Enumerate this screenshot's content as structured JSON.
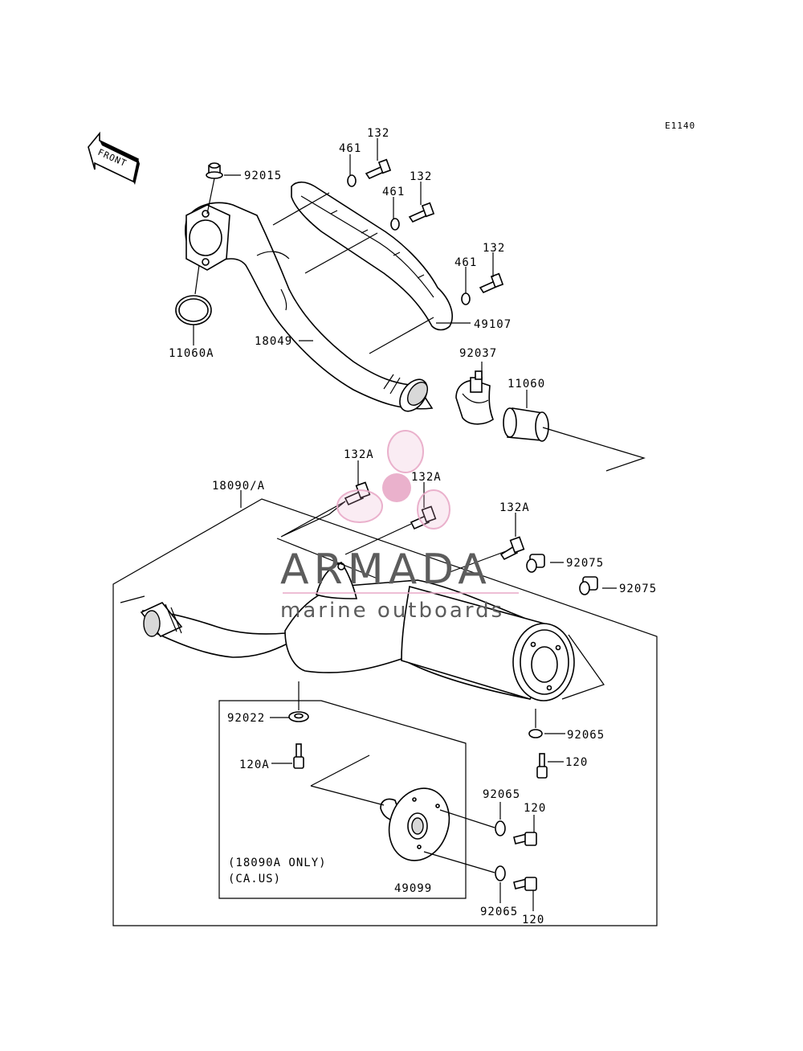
{
  "diagram_code": "E1140",
  "front_arrow_label": "FRONT",
  "watermark": {
    "brand": "ARMADA",
    "tagline": "marine outboards",
    "color_logo": "#e8a9c7",
    "color_text": "#5c5c5c"
  },
  "parts": {
    "p92015": "92015",
    "p461a": "461",
    "p132a": "132",
    "p461b": "461",
    "p132b": "132",
    "p461c": "461",
    "p132c": "132",
    "p49107": "49107",
    "p11060A": "11060A",
    "p18049": "18049",
    "p92037": "92037",
    "p11060": "11060",
    "p132A_1": "132A",
    "p132A_2": "132A",
    "p132A_3": "132A",
    "p18090A": "18090/A",
    "p92075a": "92075",
    "p92075b": "92075",
    "p92022": "92022",
    "p120A": "120A",
    "p92065a": "92065",
    "p120a": "120",
    "p92065b": "92065",
    "p120b": "120",
    "p92065c": "92065",
    "p120c": "120",
    "p49099": "49099"
  },
  "note": {
    "line1": "(18090A ONLY)",
    "line2": "(CA.US)"
  }
}
